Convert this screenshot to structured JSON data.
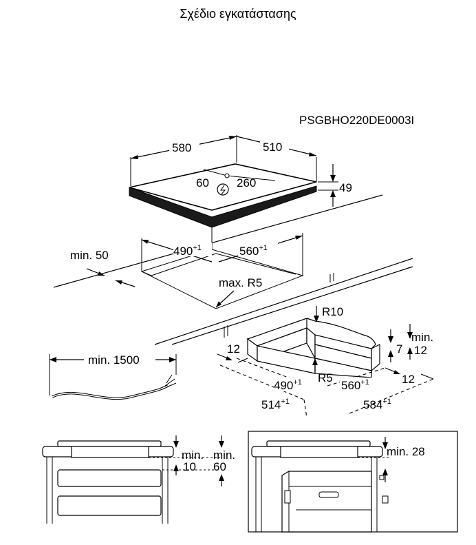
{
  "title": "Σχέδιο εγκατάστασης",
  "drawing_code": "PSGBHO220DE0003I",
  "hob": {
    "width": "580",
    "depth": "510",
    "height": "49",
    "cable_offset_left": "60",
    "cable_offset_right": "260"
  },
  "cutout": {
    "width": "490",
    "width_tol": "+1",
    "depth": "560",
    "depth_tol": "+1",
    "edge_distance": "min. 50",
    "radius": "max. R5"
  },
  "cable": {
    "length": "min. 1500"
  },
  "frame": {
    "top_radius": "R10",
    "inner_radius": "R5",
    "side_a": "12",
    "inner_width": "490",
    "inner_width_tol": "+1",
    "inner_depth": "560",
    "inner_depth_tol": "+1",
    "outer_width": "514",
    "outer_width_tol": "+1",
    "outer_depth": "584",
    "outer_depth_tol": "+1",
    "height_7": "7",
    "min_label": "min.",
    "min_12": "12",
    "side_b": "12"
  },
  "section_left": {
    "min_a_label": "min.",
    "min_a_value": "10",
    "min_b_label": "min.",
    "min_b_value": "60"
  },
  "section_right": {
    "clearance": "min. 28"
  }
}
